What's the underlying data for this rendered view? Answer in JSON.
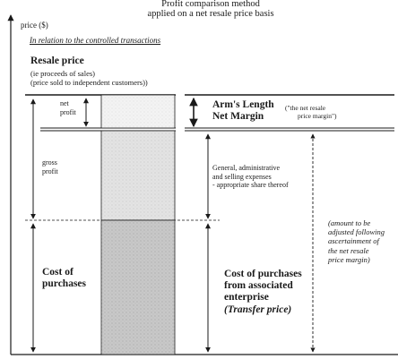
{
  "title": {
    "line1": "Profit comparison method",
    "line2": "applied on a net resale price basis"
  },
  "y_axis_label": "price ($)",
  "subtitle": "In relation to the controlled transactions",
  "resale": {
    "title": "Resale price",
    "note_line1": "(ie proceeds of sales)",
    "note_line2": "(price sold to independent customers))"
  },
  "left_labels": {
    "net_profit_line1": "net",
    "net_profit_line2": "profit",
    "gross_profit_line1": "gross",
    "gross_profit_line2": "profit",
    "cost_line1": "Cost of",
    "cost_line2": "purchases"
  },
  "right_labels": {
    "arms_line1": "Arm's Length",
    "arms_line2": "Net Margin",
    "arms_note_line1": "(\"the net resale",
    "arms_note_line2": "price margin\")",
    "gae_line1": "General, administrative",
    "gae_line2": "and selling expenses",
    "gae_line3": "- appropriate share thereof",
    "cost_line1": "Cost of purchases",
    "cost_line2": "from associated",
    "cost_line3": "enterprise",
    "cost_line4": "(Transfer price)"
  },
  "side_note": {
    "line1": "(amount to be",
    "line2": "adjusted following",
    "line3": "ascertainment of",
    "line4": "the net resale",
    "line5": "price margin)"
  },
  "colors": {
    "ink": "#1a1a1a",
    "stipple": "#8a8a8a",
    "fill_light": "#f3f3f3",
    "fill_mid": "#e3e3e3",
    "fill_dark": "#c8c8c8"
  }
}
